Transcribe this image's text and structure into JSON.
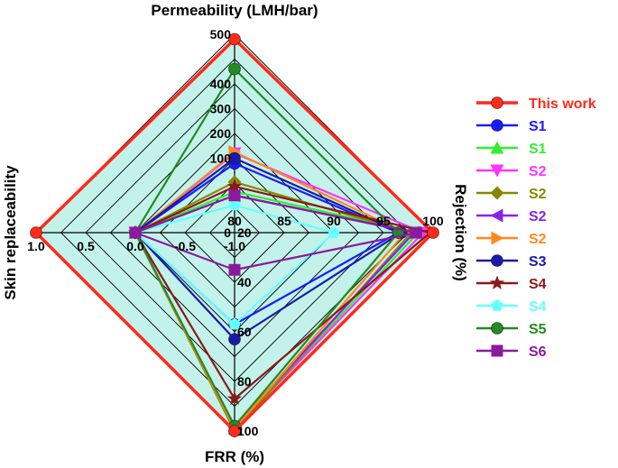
{
  "chart_data": {
    "type": "radar",
    "axes": [
      {
        "key": "permeability",
        "title": "Permeability (LMH/bar)",
        "direction": "up",
        "ticks": [
          {
            "label": "0",
            "pos": 0.0
          },
          {
            "label": "100",
            "pos": 0.375
          },
          {
            "label": "200",
            "pos": 0.5
          },
          {
            "label": "300",
            "pos": 0.625
          },
          {
            "label": "400",
            "pos": 0.75
          },
          {
            "label": "500",
            "pos": 1.0
          }
        ]
      },
      {
        "key": "rejection",
        "title": "Rejection (%)",
        "direction": "right",
        "ticks": [
          {
            "label": "80",
            "pos": 0.0
          },
          {
            "label": "85",
            "pos": 0.25
          },
          {
            "label": "90",
            "pos": 0.5
          },
          {
            "label": "95",
            "pos": 0.75
          },
          {
            "label": "100",
            "pos": 1.0
          }
        ]
      },
      {
        "key": "frr",
        "title": "FRR (%)",
        "direction": "down",
        "ticks": [
          {
            "label": "20",
            "pos": 0.0
          },
          {
            "label": "40",
            "pos": 0.25
          },
          {
            "label": "60",
            "pos": 0.5
          },
          {
            "label": "80",
            "pos": 0.75
          },
          {
            "label": "100",
            "pos": 1.0
          }
        ]
      },
      {
        "key": "skin",
        "title": "Skin replaceability",
        "direction": "left",
        "ticks": [
          {
            "label": "-1.0",
            "pos": 0.0
          },
          {
            "label": "-0.5",
            "pos": 0.25
          },
          {
            "label": "0.0",
            "pos": 0.5
          },
          {
            "label": "0.5",
            "pos": 0.75
          },
          {
            "label": "1.0",
            "pos": 1.0
          }
        ]
      }
    ],
    "series": [
      {
        "name": "This work",
        "color": "#ff2a1a",
        "marker": "circle",
        "values": {
          "permeability": 490,
          "rejection": 100,
          "frr": 100,
          "skin": 1.0
        }
      },
      {
        "name": "S1",
        "color": "#1a1aff",
        "marker": "circle",
        "values": {
          "permeability": 93,
          "rejection": 96.5,
          "frr": 57,
          "skin": 0.0
        }
      },
      {
        "name": "S1",
        "color": "#33ee33",
        "marker": "triangle-up",
        "values": {
          "permeability": 55,
          "rejection": 98.5,
          "frr": 99,
          "skin": 0.0
        }
      },
      {
        "name": "S2",
        "color": "#ff33ff",
        "marker": "triangle-down",
        "values": {
          "permeability": 120,
          "rejection": 99,
          "frr": 99,
          "skin": 0.0
        }
      },
      {
        "name": "S2",
        "color": "#888800",
        "marker": "diamond",
        "values": {
          "permeability": 68,
          "rejection": 97.8,
          "frr": 100,
          "skin": 0.0
        }
      },
      {
        "name": "S2",
        "color": "#8822ee",
        "marker": "triangle-left",
        "values": {
          "permeability": 50,
          "rejection": 98.1,
          "frr": 98,
          "skin": 0.0
        }
      },
      {
        "name": "S2",
        "color": "#ff8822",
        "marker": "triangle-right",
        "values": {
          "permeability": 125,
          "rejection": 97.2,
          "frr": 99,
          "skin": 0.0
        }
      },
      {
        "name": "S3",
        "color": "#1a1aaa",
        "marker": "circle",
        "values": {
          "permeability": 100,
          "rejection": 96.8,
          "frr": 63,
          "skin": 0.0
        }
      },
      {
        "name": "S4",
        "color": "#8b1a1a",
        "marker": "star",
        "values": {
          "permeability": 62,
          "rejection": 99.7,
          "frr": 87,
          "skin": 0.0
        }
      },
      {
        "name": "S4",
        "color": "#66ffff",
        "marker": "pentagon",
        "values": {
          "permeability": 37,
          "rejection": 90,
          "frr": 57,
          "skin": 0.0
        }
      },
      {
        "name": "S5",
        "color": "#228b22",
        "marker": "circle",
        "values": {
          "permeability": 430,
          "rejection": 96.5,
          "frr": 98,
          "skin": 0.0
        }
      },
      {
        "name": "S6",
        "color": "#8b1a9e",
        "marker": "square",
        "values": {
          "permeability": 50,
          "rejection": 98.3,
          "frr": 35,
          "skin": 0.0
        }
      }
    ],
    "grid": true,
    "legend": {
      "position": "right"
    }
  }
}
